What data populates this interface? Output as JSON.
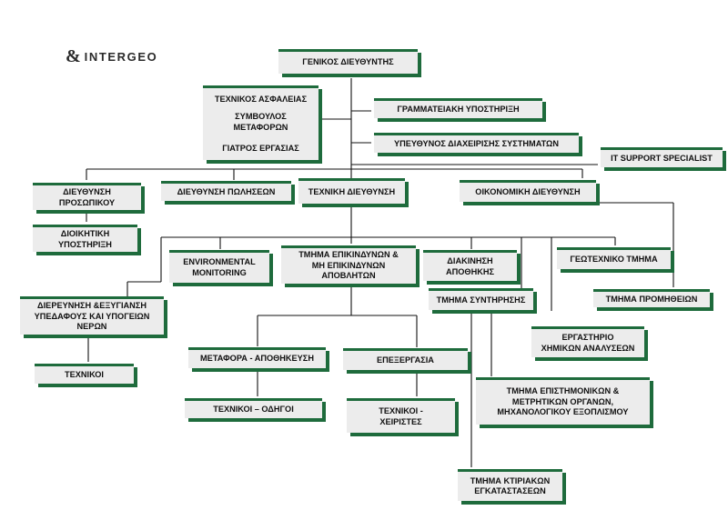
{
  "logo": {
    "mark": "&",
    "wordmark": "INTERGEO"
  },
  "nodes": {
    "general_director": {
      "lines": [
        "ΓΕΝΙΚΟΣ ΔΙΕΥΘΥΝΤΗΣ"
      ]
    },
    "advisors": {
      "lines": [
        "ΤΕΧΝΙΚΟΣ ΑΣΦΑΛΕΙΑΣ",
        "ΣΥΜΒΟΥΛΟΣ",
        "ΜΕΤΑΦΟΡΩΝ",
        "ΓΙΑΤΡΟΣ ΕΡΓΑΣΙΑΣ"
      ]
    },
    "secretarial_support": {
      "lines": [
        "ΓΡΑΜΜΑΤΕΙΑΚΗ ΥΠΟΣΤΗΡΙΞΗ"
      ]
    },
    "systems_manager": {
      "lines": [
        "ΥΠΕΥΘΥΝΟΣ ΔΙΑΧΕΙΡΙΣΗΣ ΣΥΣΤΗΜΑΤΩΝ"
      ]
    },
    "it_support": {
      "lines": [
        "IT SUPPORT SPECIALIST"
      ]
    },
    "hr_directorate": {
      "lines": [
        "ΔΙΕΥΘΥΝΣΗ",
        "ΠΡΟΣΩΠΙΚΟΥ"
      ]
    },
    "sales_directorate": {
      "lines": [
        "ΔΙΕΥΘΥΝΣΗ ΠΩΛΗΣΕΩΝ"
      ]
    },
    "technical_directorate": {
      "lines": [
        "ΤΕΧΝΙΚΗ ΔΙΕΥΘΥΝΣΗ"
      ]
    },
    "finance_directorate": {
      "lines": [
        "ΟΙΚΟΝΟΜΙΚΗ ΔΙΕΥΘΥΝΣΗ"
      ]
    },
    "admin_support": {
      "lines": [
        "ΔΙΟΙΚΗΤΙΚΗ",
        "ΥΠΟΣΤΗΡΙΞΗ"
      ]
    },
    "env_monitoring": {
      "lines": [
        "ENVIRONMENTAL",
        "MONITORING"
      ]
    },
    "waste_dept": {
      "lines": [
        "ΤΜΗΜΑ ΕΠΙΚΙΝΔΥΝΩΝ &",
        "ΜΗ ΕΠΙΚΙΝΔΥΝΩΝ",
        "ΑΠΟΒΛΗΤΩΝ"
      ]
    },
    "warehouse": {
      "lines": [
        "ΔΙΑΚΙΝΗΣΗ",
        "ΑΠΟΘΗΚΗΣ"
      ]
    },
    "geotechnical": {
      "lines": [
        "ΓΕΩΤΕΧΝΙΚΟ ΤΜΗΜΑ"
      ]
    },
    "procurement": {
      "lines": [
        "ΤΜΗΜΑ ΠΡΟΜΗΘΕΙΩΝ"
      ]
    },
    "maintenance": {
      "lines": [
        "ΤΜΗΜΑ ΣΥΝΤΗΡΗΣΗΣ"
      ]
    },
    "subsoil_investigation": {
      "lines": [
        "ΔΙΕΡΕΥΝΗΣΗ &ΕΞΥΓΙΑΝΣΗ",
        "ΥΠΕΔΑΦΟΥΣ ΚΑΙ ΥΠΟΓΕΙΩΝ",
        "ΝΕΡΩΝ"
      ]
    },
    "chem_lab": {
      "lines": [
        "ΕΡΓΑΣΤΗΡΙΟ",
        "ΧΗΜΙΚΩΝ ΑΝΑΛΥΣΕΩΝ"
      ]
    },
    "transport_storage": {
      "lines": [
        "ΜΕΤΑΦΟΡΑ - ΑΠΟΘΗΚΕΥΣΗ"
      ]
    },
    "processing": {
      "lines": [
        "ΕΠΕΞΕΡΓΑΣΙΑ"
      ]
    },
    "technicians": {
      "lines": [
        "ΤΕΧΝΙΚΟΙ"
      ]
    },
    "scientific_instruments": {
      "lines": [
        "ΤΜΗΜΑ ΕΠΙΣΤΗΜΟΝΙΚΩΝ &",
        "ΜΕΤΡΗΤΙΚΩΝ ΟΡΓΑΝΩΝ,",
        "ΜΗΧΑΝΟΛΟΓΙΚΟΥ ΕΞΟΠΛΙΣΜΟΥ"
      ]
    },
    "technicians_drivers": {
      "lines": [
        "ΤΕΧΝΙΚΟΙ – ΟΔΗΓΟΙ"
      ]
    },
    "technicians_handlers": {
      "lines": [
        "ΤΕΧΝΙΚΟΙ -",
        "ΧΕΙΡΙΣΤΕΣ"
      ]
    },
    "building_facilities": {
      "lines": [
        "ΤΜΗΜΑ ΚΤΙΡΙΑΚΩΝ",
        "ΕΓΚΑΤΑΣΤΑΣΕΩΝ"
      ]
    }
  }
}
